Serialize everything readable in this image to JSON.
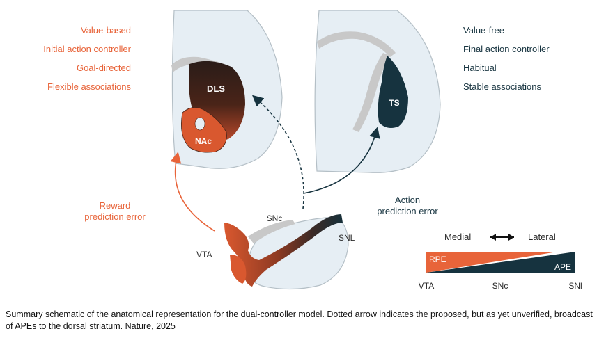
{
  "left_list": [
    "Value-based",
    "Initial action controller",
    "Goal-directed",
    "Flexible associations"
  ],
  "right_list": [
    "Value-free",
    "Final action controller",
    "Habitual",
    "Stable associations"
  ],
  "regions": {
    "dls": "DLS",
    "nac": "NAc",
    "ts": "TS",
    "snc": "SNc",
    "snl": "SNL",
    "vta": "VTA"
  },
  "arrows": {
    "rpe": "Reward\nprediction error",
    "ape": "Action\nprediction error"
  },
  "gradient_legend": {
    "medial": "Medial",
    "lateral": "Lateral",
    "rpe": "RPE",
    "ape": "APE",
    "ticks": [
      "VTA",
      "SNc",
      "SNl"
    ]
  },
  "caption": "Summary schematic of the anatomical representation for the dual-controller model. Dotted arrow indicates the proposed, but as yet unverified, broadcast of APEs to the dorsal striatum. Nature, 2025",
  "colors": {
    "orange": "#e8643a",
    "navy": "#16333f",
    "brain_fill": "#e6eef4",
    "brain_stroke": "#b4bfc6",
    "grey": "#c8c8c8"
  }
}
